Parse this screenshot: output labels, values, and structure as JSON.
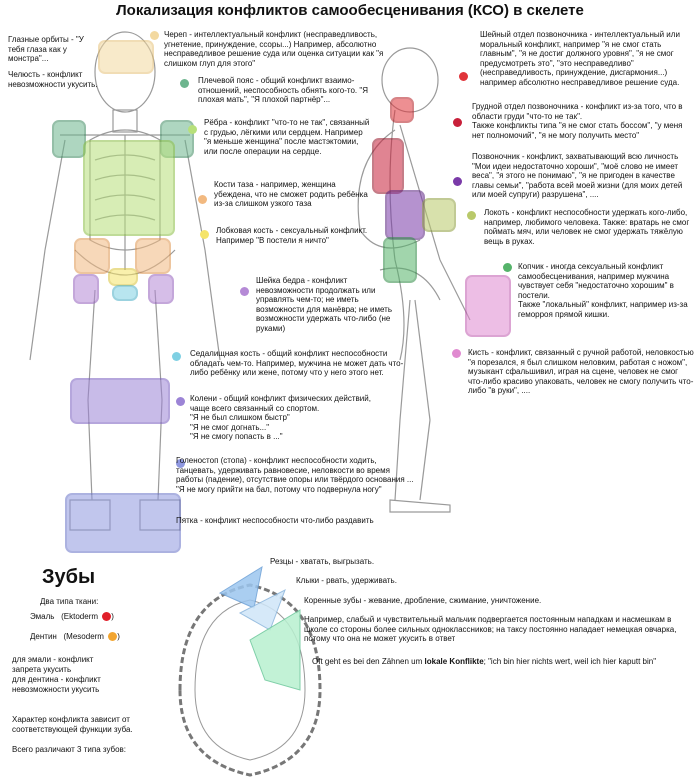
{
  "title": "Локализация конфликтов самообесценивания (КСО) в скелете",
  "colors": {
    "skull": "#f3d9a0",
    "shoulder": "#6db58e",
    "ribs": "#b7e07a",
    "pelvis": "#f2b980",
    "pubic": "#f5e46a",
    "femur_neck": "#b58ad6",
    "sit": "#7fd0e3",
    "knee": "#9c84d6",
    "foot": "#8f98e0",
    "neck_spine": "#e0343a",
    "chest_spine": "#c8203a",
    "lumbar": "#7a3aa8",
    "elbow": "#b9c96a",
    "coccyx": "#55b36a",
    "hand": "#e08ad0",
    "enamel": "#e01f2a",
    "dentin": "#f2a530"
  },
  "left_notes": {
    "eye": "Глазные орбиты - \"У тебя глаза как у монстра\"...",
    "jaw": "Челюсть - конфликт невозможности укусить."
  },
  "center_notes": {
    "skull": "Череп - интеллектуальный конфликт (несправедливость, угнетение, принуждение, ссоры...) Например, абсолютно несправедливое решение суда  или оценка ситуации как  \"я слишком глуп для этого\"",
    "shoulder": "Плечевой пояс - общий конфликт взаимо-отношений, неспособность обнять кого-то. \"Я плохая мать\", \"Я плохой партнёр\"...",
    "ribs": "Рёбра - конфликт \"что-то не так\", связанный с грудью, лёгкими или сердцем. Например \"я меньше женщина\" после мастэктомии, или после операции на сердце.",
    "pelvis": "Кости таза - например, женщина убеждена, что не сможет родить ребёнка из-за слишком узкого таза",
    "pubic": "Лобковая кость - сексуальный конфликт. Например \"В постели я ничто\"",
    "femur_neck": "Шейка бедра - конфликт невозможности продолжать или управлять чем-то; не иметь возможности для манёвра; не иметь возможности удержать что-либо (не руками)",
    "sit": "Седалищная кость - общий конфликт неспособности обладать чем-то. Например, мужчина не может дать что-либо ребёнку или жене, потому что у него этого нет.",
    "knee": "Колени - общий конфликт физических действий, чаще всего связанный со спортом.\n\"Я не был слишком быстр\"\n\"Я не смог догнать...\"\n\"Я не смогу попасть в ...\"",
    "ankle": "Голеностоп (стопа) - конфликт неспособности ходить, танцевать, удерживать равновесие, неловкости во время работы (падение), отсутствие опоры или твёрдого основания ...\n\"Я не могу прийти на бал, потому что подвернула ногу\"",
    "heel": "Пятка - конфликт неспособности что-либо раздавить"
  },
  "right_notes": {
    "neck_spine": "Шейный отдел позвоночника - интеллектуальный или моральный конфликт, например \"я не смог стать главным\", \"я не достиг должного уровня\", \"я не смог предусмотреть это\", \"это несправедливо\" (несправедливость, принуждение, дисгармония...) например абсолютно несправедливое решение суда.",
    "chest_spine": "Грудной отдел позвоночника - конфликт из-за того, что в области груди \"что-то не так\".\nТакже конфликты типа \"я не смог стать боссом\", \"у меня нет полномочий\", \"я не могу получить место\"",
    "lumbar": "Позвоночник - конфликт, захватывающий всю личность \"Мои идеи недостаточно хороши\", \"моё слово не имеет веса\", \"я этого не понимаю\", \"я не пригоден в качестве главы семьи\", \"работа всей моей жизни (для моих детей или моей супруги) разрушена\", ....",
    "elbow": "Локоть - конфликт неспособности удержать кого-либо, например, любимого человека. Также: вратарь не смог поймать мяч, или человек не смог удержать тяжёлую вещь в руках.",
    "coccyx": "Копчик - иногда сексуальный конфликт самообесценивания, например мужчина чувствует себя \"недостаточно хорошим\" в постели.\nТакже \"локальный\" конфликт, например из-за геморроя прямой кишки.",
    "hand": "Кисть - конфликт, связанный с ручной работой, неловкостью \"я порезался, я был слишком неловким, работая с ножом\", музыкант сфальшивил, играя на сцене, человек не смог что-либо красиво упаковать, человек не смогу получить что-либо \"в руки\", ...."
  },
  "teeth": {
    "heading": "Зубы",
    "two_types": "Два типа ткани:",
    "enamel_label": "Эмаль",
    "enamel_layer": "(Ektoderm",
    "dentin_label": "Дентин",
    "dentin_layer": "(Mesoderm",
    "enamel_conflict": "для эмали - конфликт\n              запрета укусить",
    "dentin_conflict": "для дентина - конфликт\n              невозможности укусить",
    "character": "Характер конфликта зависит от соответствующей функции зуба.",
    "three_types": "Всего различают 3 типа зубов:",
    "incisors": "Резцы - хватать, выгрызать.",
    "canines": "Клыки - рвать, удерживать.",
    "molars": "Коренные зубы - жевание, дробление, сжимание, уничтожение.",
    "example": "Например, слабый и чувствительный мальчик подвергается постоянным нападкам и насмешкам в школе со стороны более сильных одноклассников; на таксу постоянно нападает немецкая овчарка, потому что она не может укусить в ответ",
    "german_a": "Oft geht es bei den Zähnen um ",
    "german_b": "lokale Konflikte",
    "german_c": "; \"ich bin hier nichts wert, weil ich hier kaputt bin\""
  }
}
